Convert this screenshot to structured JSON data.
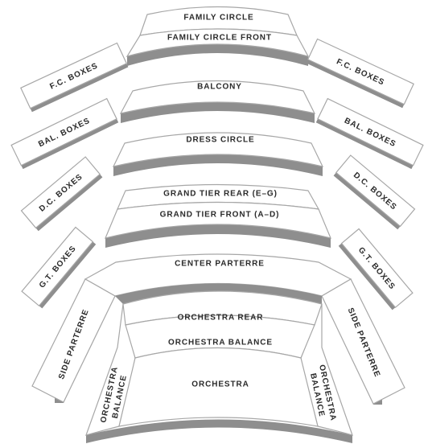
{
  "sections": {
    "family_circle": "FAMILY CIRCLE",
    "family_circle_front": "FAMILY CIRCLE FRONT",
    "fc_boxes_left": "F.C. BOXES",
    "fc_boxes_right": "F.C. BOXES",
    "balcony": "BALCONY",
    "bal_boxes_left": "BAL. BOXES",
    "bal_boxes_right": "BAL. BOXES",
    "dress_circle": "DRESS CIRCLE",
    "dc_boxes_left": "D.C. BOXES",
    "dc_boxes_right": "D.C. BOXES",
    "grand_tier_rear": "GRAND TIER REAR (E–G)",
    "grand_tier_front": "GRAND TIER FRONT (A–D)",
    "gt_boxes_left": "G.T. BOXES",
    "gt_boxes_right": "G.T. BOXES",
    "center_parterre": "CENTER PARTERRE",
    "side_parterre_left": "SIDE PARTERRE",
    "side_parterre_right": "SIDE PARTERRE",
    "orchestra_rear": "ORCHESTRA REAR",
    "orchestra_balance": "ORCHESTRA BALANCE",
    "orchestra": "ORCHESTRA",
    "orchestra_balance_left": [
      "ORCHESTRA",
      "BALANCE"
    ],
    "orchestra_balance_right": [
      "ORCHESTRA",
      "BALANCE"
    ]
  }
}
